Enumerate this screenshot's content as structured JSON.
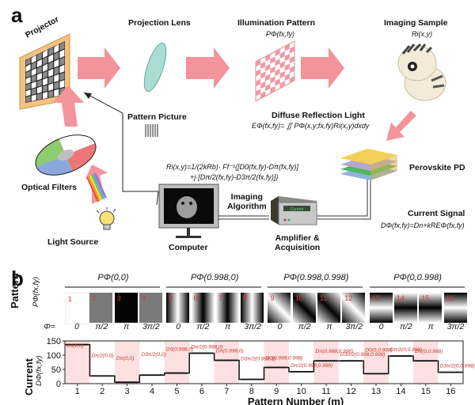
{
  "panel_a": {
    "letter": "a",
    "projector": "Projector",
    "projection_lens": "Projection Lens",
    "illumination_pattern": {
      "title": "Illumination Pattern",
      "formula": "PΦ(fx,fy)"
    },
    "imaging_sample": {
      "title": "Imaging Sample",
      "formula": "Ri(x,y)"
    },
    "pattern_picture": "Pattern Picture",
    "diffuse_reflection": {
      "title": "Diffuse Reflection Light",
      "formula": "EΦ(fx,fy)= ∬ PΦ(x,y;fx,fy)Ri(x,y)dxdy"
    },
    "reconstruction_formula": {
      "line1": "Ri(x,y)=1/(2kRb)· Ff⁻¹{[D0(fx,fy)-Dπ(fx,fy)]",
      "line2": "+j·[Dπ/2(fx,fy)-D3π/2(fx,fy)]}"
    },
    "perovskite_pd": "Perovskite PD",
    "optical_filters": "Optical Filters",
    "light_source": "Light Source",
    "imaging_algorithm": {
      "line1": "Imaging",
      "line2": "Algorithm"
    },
    "computer": "Computer",
    "amplifier": {
      "line1": "Amplifier &",
      "line2": "Acquisition",
      "display": "Current"
    },
    "current_signal": {
      "title": "Current Signal",
      "formula": "DΦ(fx,fy)=Dn+kREΦ(fx,fy)"
    },
    "colors": {
      "arrow": "#f08a8f",
      "projector_frame": "#f5c37f",
      "lens": "#a9ddd3"
    }
  },
  "panel_b": {
    "letter": "b",
    "pattern_label": "Pattern",
    "pattern_sublabel": "PΦ(fx,fy)",
    "phi_label": "Φ=",
    "groups": [
      {
        "title": "PΦ(0,0)"
      },
      {
        "title": "PΦ(0.998,0)"
      },
      {
        "title": "PΦ(0.998,0.998)"
      },
      {
        "title": "PΦ(0,0.998)"
      }
    ],
    "tiles": [
      "1",
      "2",
      "3",
      "4",
      "5",
      "6",
      "7",
      "8",
      "9",
      "10",
      "11",
      "12",
      "13",
      "14",
      "15",
      "16"
    ],
    "phases": [
      "0",
      "π/2",
      "π",
      "3π/2",
      "0",
      "π/2",
      "π",
      "3π/2",
      "0",
      "π/2",
      "π",
      "3π/2",
      "0",
      "π/2",
      "π",
      "3π/2"
    ],
    "current_label": "Current",
    "current_sublabel": "DΦ(fx,fy)"
  },
  "chart_data": {
    "type": "line",
    "step": true,
    "title": "",
    "xlabel": "Pattern Number (m)",
    "ylabel": "Current DΦ(fx,fy)",
    "x": [
      1,
      2,
      3,
      4,
      5,
      6,
      7,
      8,
      9,
      10,
      11,
      12,
      13,
      14,
      15,
      16
    ],
    "xticks": [
      "1",
      "2",
      "3",
      "4",
      "5",
      "6",
      "7",
      "8",
      "9",
      "10",
      "11",
      "12",
      "13",
      "14",
      "15",
      "16"
    ],
    "yticks": [
      "0",
      "50",
      "100",
      "150"
    ],
    "ylim": [
      0,
      150
    ],
    "values": [
      137,
      27,
      5,
      30,
      37,
      107,
      82,
      15,
      57,
      42,
      80,
      80,
      35,
      97,
      80,
      40
    ],
    "annotations": [
      "D0(0,0)",
      "Dπ/2(0,0)",
      "Dπ(0,0)",
      "D3π/2(0,0)",
      "D0(0.998,0)",
      "Dπ/2(0.998,0)",
      "Dπ(0.998,0)",
      "D3π/2(0.998,0)",
      "D0(0.998,0.998)",
      "Dπ/2(0.998,0.998)",
      "Dπ(0.998,0.998)",
      "D3π/2(0.998,0.998)",
      "D0(0,0.998)",
      "Dπ/2(0,0.998)",
      "Dπ(0,0.998)",
      "D3π/2(0,0.998)"
    ],
    "shaded_patterns": [
      1,
      3,
      5,
      7,
      9,
      11,
      13,
      15
    ],
    "shade_color": "#fde0e2",
    "annotation_color": "#c0392b",
    "grid": false,
    "legend": "none"
  }
}
